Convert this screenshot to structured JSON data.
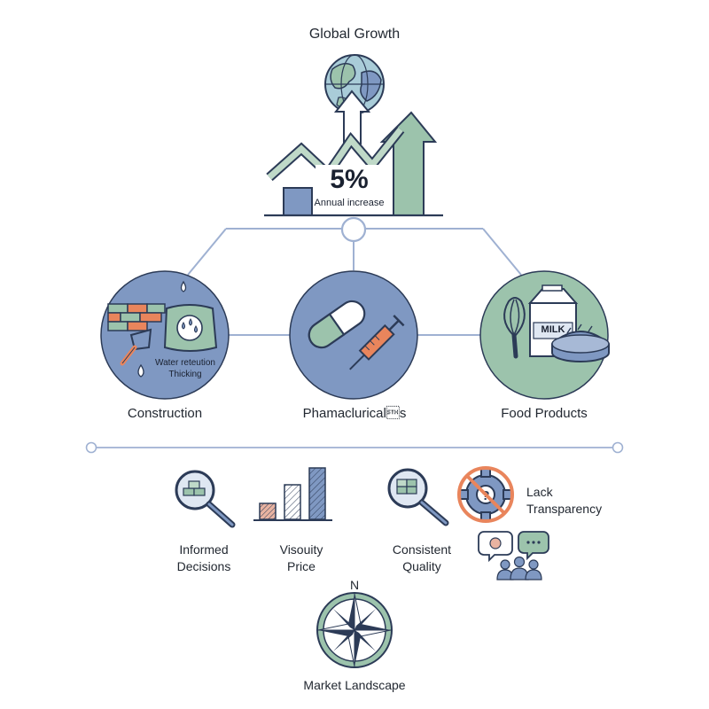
{
  "header": {
    "title": "Global Growth",
    "stat_value": "5%",
    "stat_caption": "Annual increase"
  },
  "sectors": [
    {
      "label": "Construction",
      "notes": [
        "Water reteution",
        "Thicking"
      ]
    },
    {
      "label": "Phamaclurical\u0002s"
    },
    {
      "label": "Food Products",
      "package_text": "MILK"
    }
  ],
  "factors": [
    {
      "label_lines": [
        "Informed",
        "Decisions"
      ]
    },
    {
      "label_lines": [
        "Visouity",
        "Price"
      ]
    },
    {
      "label_lines": [
        "Consistent",
        "Quality"
      ]
    },
    {
      "label_lines": [
        "Lack",
        "Transparency"
      ]
    }
  ],
  "footer": {
    "compass_letter": "N",
    "title": "Market Landscape"
  },
  "colors": {
    "blue": "#7f98c2",
    "green": "#9cc3ac",
    "navy": "#2c3b57",
    "orange": "#e9855c",
    "line": "#9fb1d2"
  }
}
